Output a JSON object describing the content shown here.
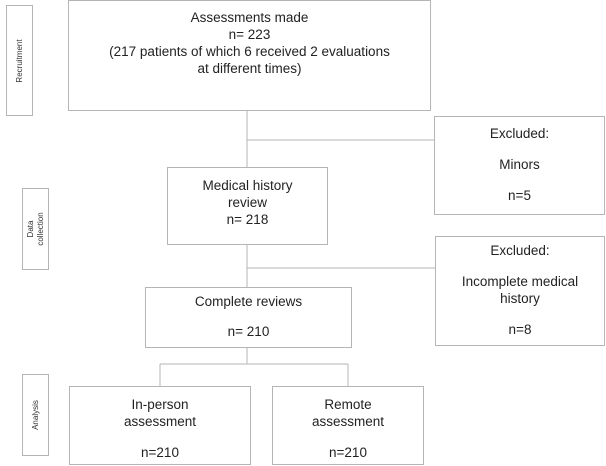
{
  "stages": {
    "recruitment": "Recruitment",
    "data_collection": [
      "Data",
      "collection"
    ],
    "analysis": "Analysis"
  },
  "boxes": {
    "assessments": {
      "title": "Assessments made",
      "count": "n= 223",
      "note_line1": "(217 patients of which 6 received 2 evaluations",
      "note_line2": "at different times)"
    },
    "excluded_minors": {
      "heading": "Excluded:",
      "reason": "Minors",
      "count": "n=5"
    },
    "medical_history": {
      "line1": "Medical history",
      "line2": "review",
      "count": "n= 218"
    },
    "excluded_incomplete": {
      "heading": "Excluded:",
      "reason_line1": "Incomplete medical",
      "reason_line2": "history",
      "count": "n=8"
    },
    "complete_reviews": {
      "title": "Complete reviews",
      "count": "n= 210"
    },
    "in_person": {
      "line1": "In-person",
      "line2": "assessment",
      "count": "n=210"
    },
    "remote": {
      "line1": "Remote",
      "line2": "assessment",
      "count": "n=210"
    }
  },
  "colors": {
    "border": "#b5b5b5",
    "text": "#222222",
    "background": "#ffffff"
  }
}
